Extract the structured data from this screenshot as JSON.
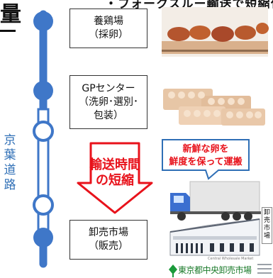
{
  "header": {
    "top_cut_text": "・フォークスルー輸送で短縮化",
    "left_glyph": "量"
  },
  "stations": [
    {
      "line1": "養鶏場",
      "line2": "（採卵）"
    },
    {
      "line1": "GPセンター",
      "line2": "（洗卵･選別･",
      "line3": "包装）"
    },
    {
      "line1": "卸売市場",
      "line2": "（販売）"
    }
  ],
  "route": {
    "label_chars": [
      "京",
      "葉",
      "道",
      "路"
    ],
    "color": "#3f77c8"
  },
  "arrow": {
    "line1": "輸送時間",
    "line2": "の短縮",
    "text_color": "#e8121b",
    "stroke_color": "#e8121b"
  },
  "bubble": {
    "line1": "新鮮な卵を",
    "line2": "鮮度を保って運搬",
    "fill": "#ffffff",
    "stroke": "#2f6fb6"
  },
  "market": {
    "name": "東京都中央卸売市場",
    "sub": "Central Wholesale Market",
    "sign_chars": [
      "卸",
      "売",
      "市",
      "場"
    ],
    "logo_color": "#1a9a3a"
  },
  "truck": {
    "cab_color": "#3b6fd0",
    "body_color": "#e6e6e6"
  }
}
